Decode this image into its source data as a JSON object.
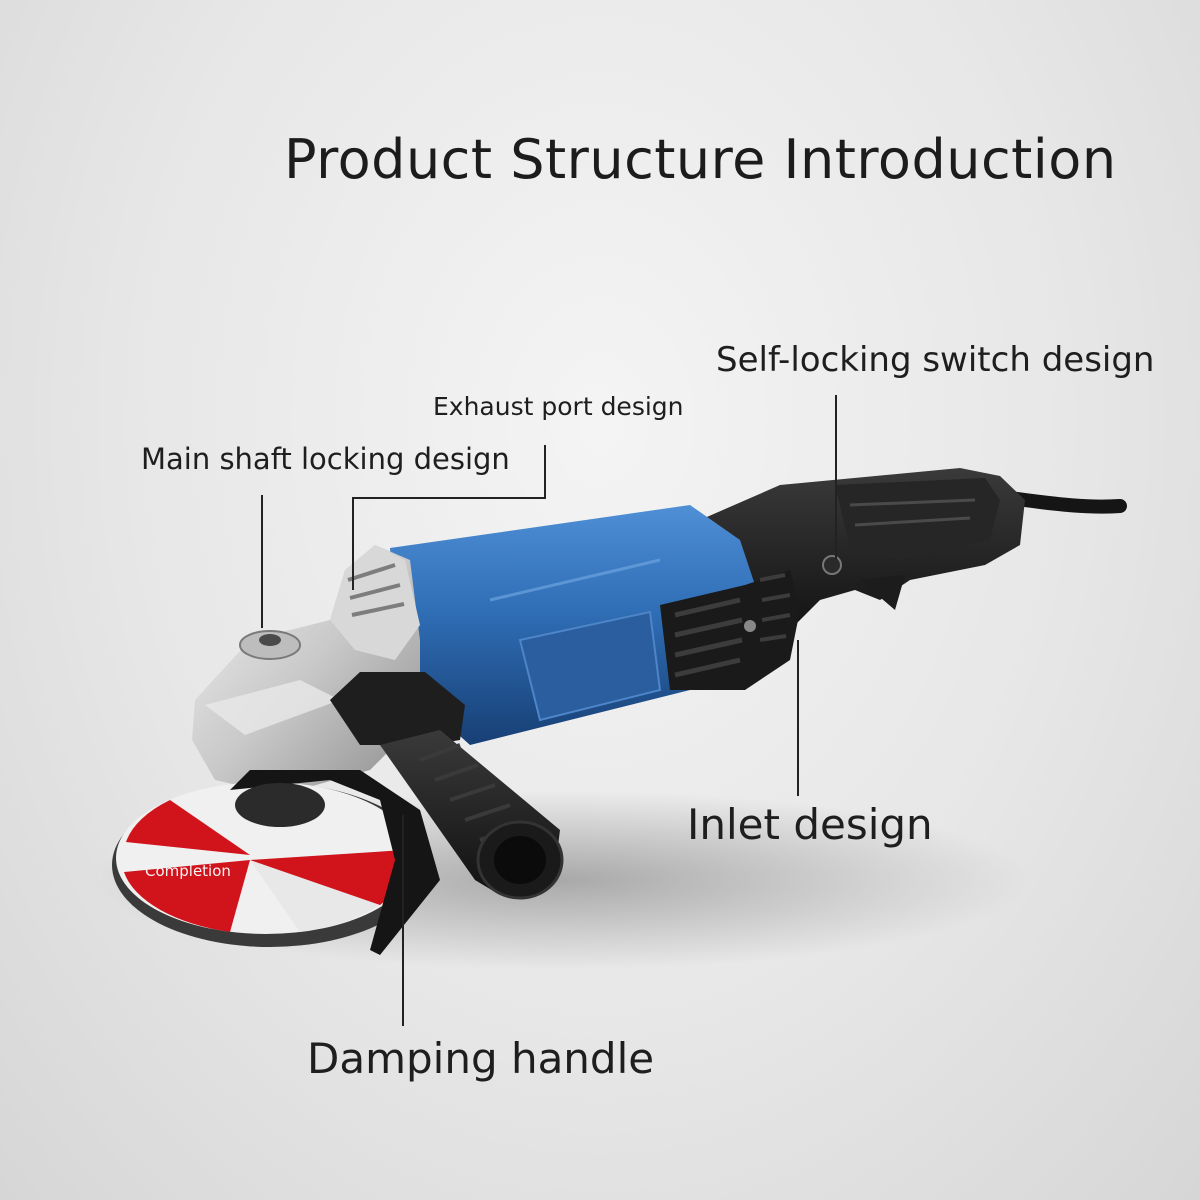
{
  "header": {
    "title": "Product Structure Introduction"
  },
  "callouts": {
    "self_locking_switch": "Self-locking switch design",
    "exhaust_port": "Exhaust port design",
    "main_shaft_locking": "Main shaft locking design",
    "inlet": "Inlet design",
    "damping_handle": "Damping handle"
  },
  "product": {
    "disc_label": "Completion"
  },
  "colors": {
    "body_blue": "#2f6db5",
    "disc_red": "#d1141c",
    "handle_black": "#1b1b1b",
    "gear_head_silver": "#c9c9c9"
  }
}
